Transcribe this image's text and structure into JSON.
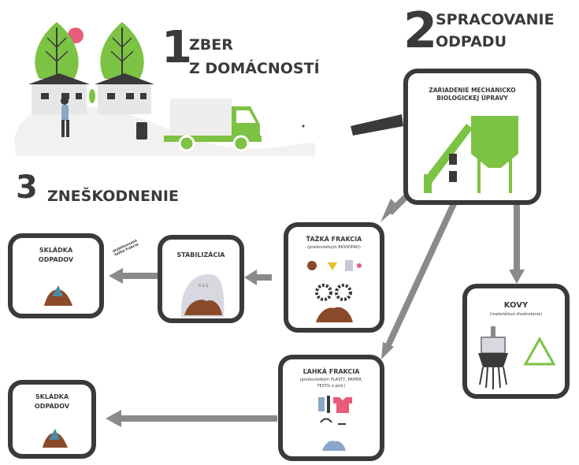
{
  "steps": {
    "step1": {
      "number": "1",
      "line1": "ZBER",
      "line2": "Z DOMÁCNOSTÍ"
    },
    "step2": {
      "number": "2",
      "line1": "SPRACOVANIE",
      "line2": "ODPADU"
    },
    "step3": {
      "number": "3",
      "label": "ZNEŠKODNENIE"
    }
  },
  "boxes": {
    "mbt": {
      "line1": "ZARIADENIE MECHANICKO",
      "line2": "BIOLOGICKEJ ÚPRAVY"
    },
    "heavy": {
      "title": "ŤAŽKÁ FRAKCIA",
      "sub": "(predovšetkým BIOODPAD)"
    },
    "stab": {
      "title": "STABILIZÁCIA"
    },
    "landfill1": {
      "line1": "SKLÁDKA",
      "line2": "ODPADOV"
    },
    "landfill2": {
      "line1": "SKLÁDKA",
      "line2": "ODPADOV"
    },
    "metals": {
      "title": "KOVY",
      "sub": "(materiálové zhodnotenie)"
    },
    "light": {
      "title": "ĽAHKÁ FRAKCIA",
      "sub1": "(predovšetkým PLASTY, PAPIER,",
      "sub2": "TEXTIL a pod.)"
    }
  },
  "arrow_label": {
    "line1": "stabilizovaná",
    "line2": "ťažká frakcia"
  },
  "colors": {
    "green": "#7cc243",
    "dark": "#3a3a3a",
    "grey": "#8a8a8a",
    "pink": "#e85b7a"
  }
}
